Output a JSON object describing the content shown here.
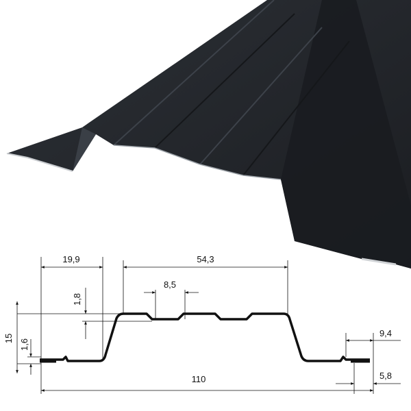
{
  "product": {
    "sheet_color": "#23262b",
    "profile_line_color": "#111111"
  },
  "dimensions": {
    "left_flange_width": "19,9",
    "top_width": "54,3",
    "groove_width": "8,5",
    "groove_depth": "1,8",
    "total_height": "15",
    "flange_thickness": "1,6",
    "right_flange_width": "9,4",
    "total_width": "110",
    "right_lap_width": "5,8"
  }
}
